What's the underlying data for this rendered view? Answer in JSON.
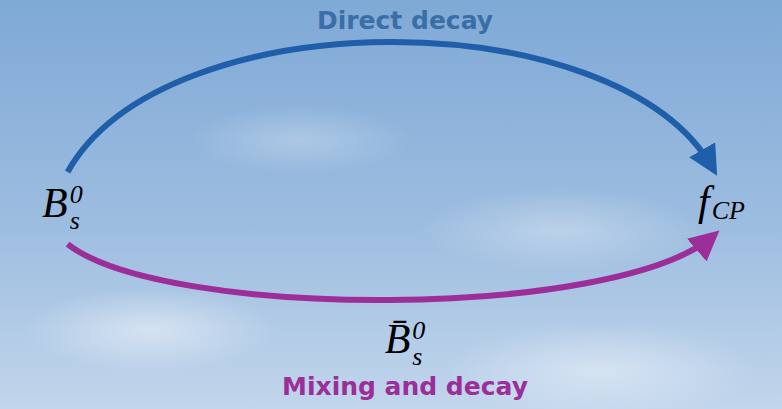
{
  "diagram": {
    "nodes": [
      {
        "text": [
          "Bs0"
        ]
      },
      {
        "text": [
          "fCP"
        ]
      }
    ],
    "edges": [
      {
        "from": 0,
        "to": 1,
        "arrow": "to",
        "label": "Direct decay"
      },
      {
        "from": 0,
        "to": 1,
        "arrow": "to",
        "label": "Mixing and decay"
      }
    ],
    "labels": [
      "B̄s0"
    ]
  }
}
